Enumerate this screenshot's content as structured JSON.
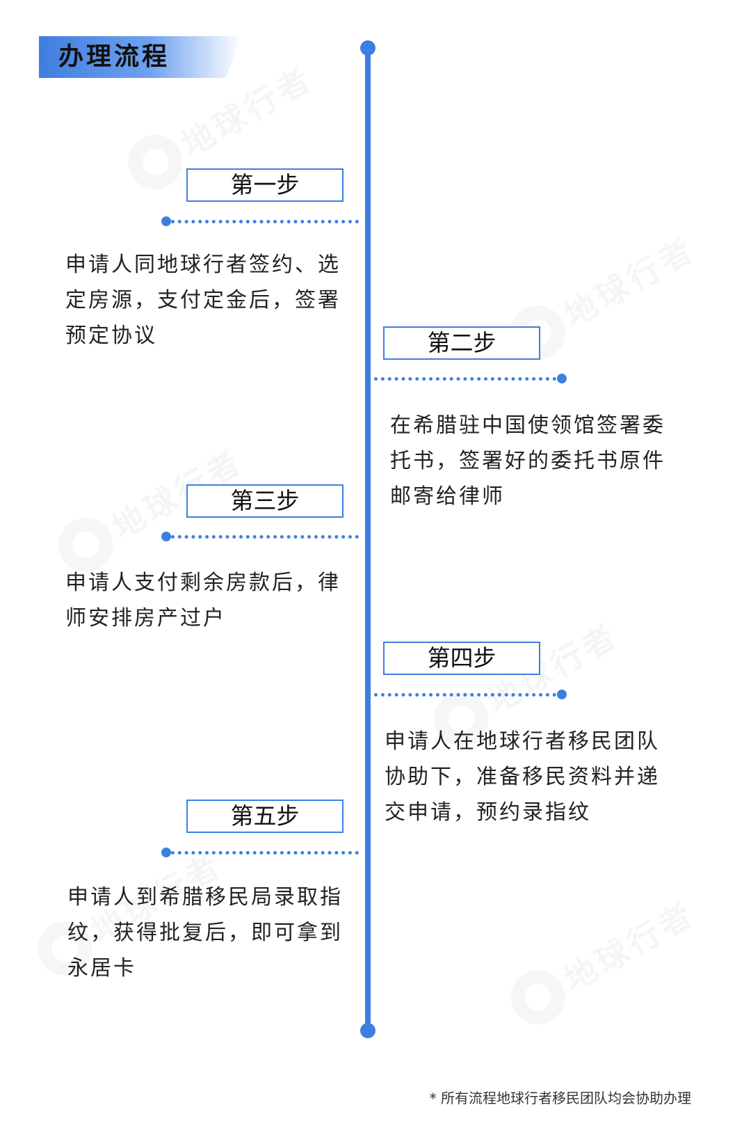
{
  "title": "办理流程",
  "watermark_text": "地球行者",
  "accent_color": "#3d7fe0",
  "steps": [
    {
      "label": "第一步",
      "side": "left",
      "description": "申请人同地球行者签约、选定房源，支付定金后，签署预定协议"
    },
    {
      "label": "第二步",
      "side": "right",
      "description": "在希腊驻中国使领馆签署委托书，签署好的委托书原件邮寄给律师"
    },
    {
      "label": "第三步",
      "side": "left",
      "description": "申请人支付剩余房款后，律师安排房产过户"
    },
    {
      "label": "第四步",
      "side": "right",
      "description": "申请人在地球行者移民团队协助下，准备移民资料并递交申请，预约录指纹"
    },
    {
      "label": "第五步",
      "side": "left",
      "description": "申请人到希腊移民局录取指纹，获得批复后，即可拿到永居卡"
    }
  ],
  "footnote": "* 所有流程地球行者移民团队均会协助办理"
}
